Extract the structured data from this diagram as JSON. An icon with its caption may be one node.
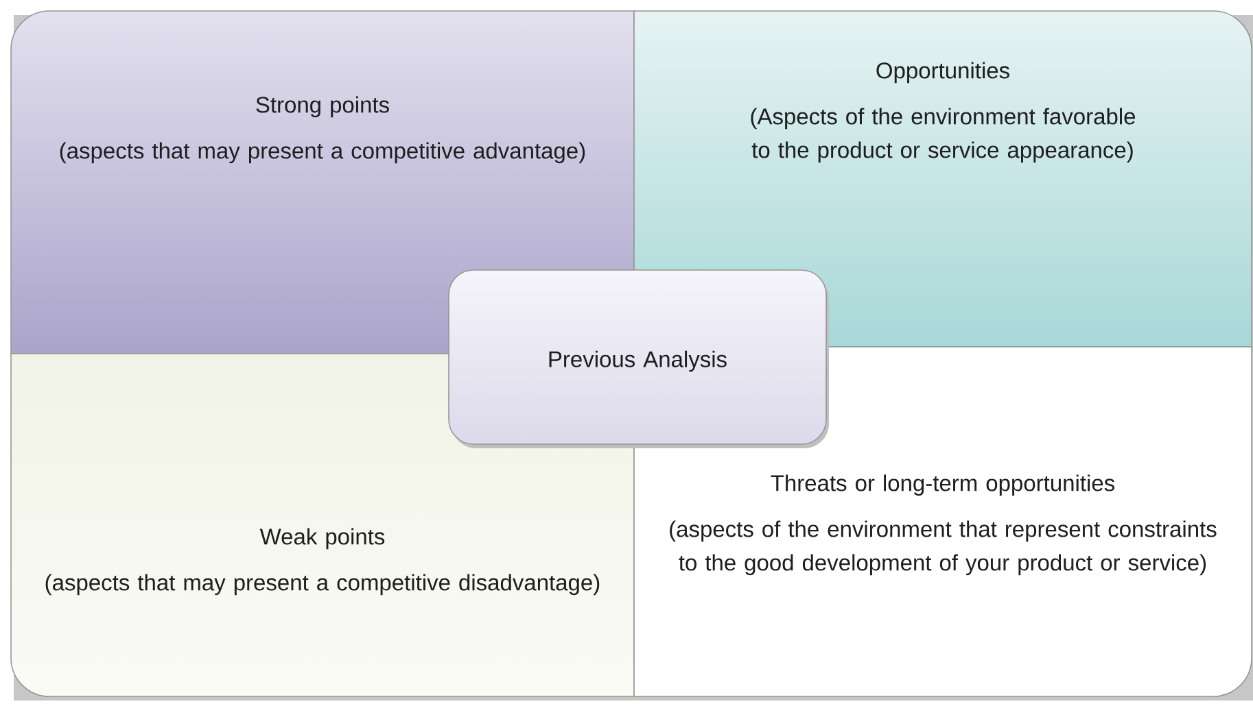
{
  "diagram": {
    "nodes": [
      {
        "text": [
          "Strong points",
          "(aspects that may present a competitive advantage)"
        ]
      },
      {
        "text": [
          "Opportunities",
          "(Aspects of the environment favorable to the product or service appearance)"
        ]
      },
      {
        "text": [
          "Weak points",
          "(aspects that may present a competitive disadvantage)"
        ]
      },
      {
        "text": [
          "Threats or long-term opportunities",
          "(aspects of the environment that represent constraints to the good development of your product or service)"
        ]
      },
      {
        "text": [
          "Previous Analysis"
        ]
      }
    ]
  }
}
